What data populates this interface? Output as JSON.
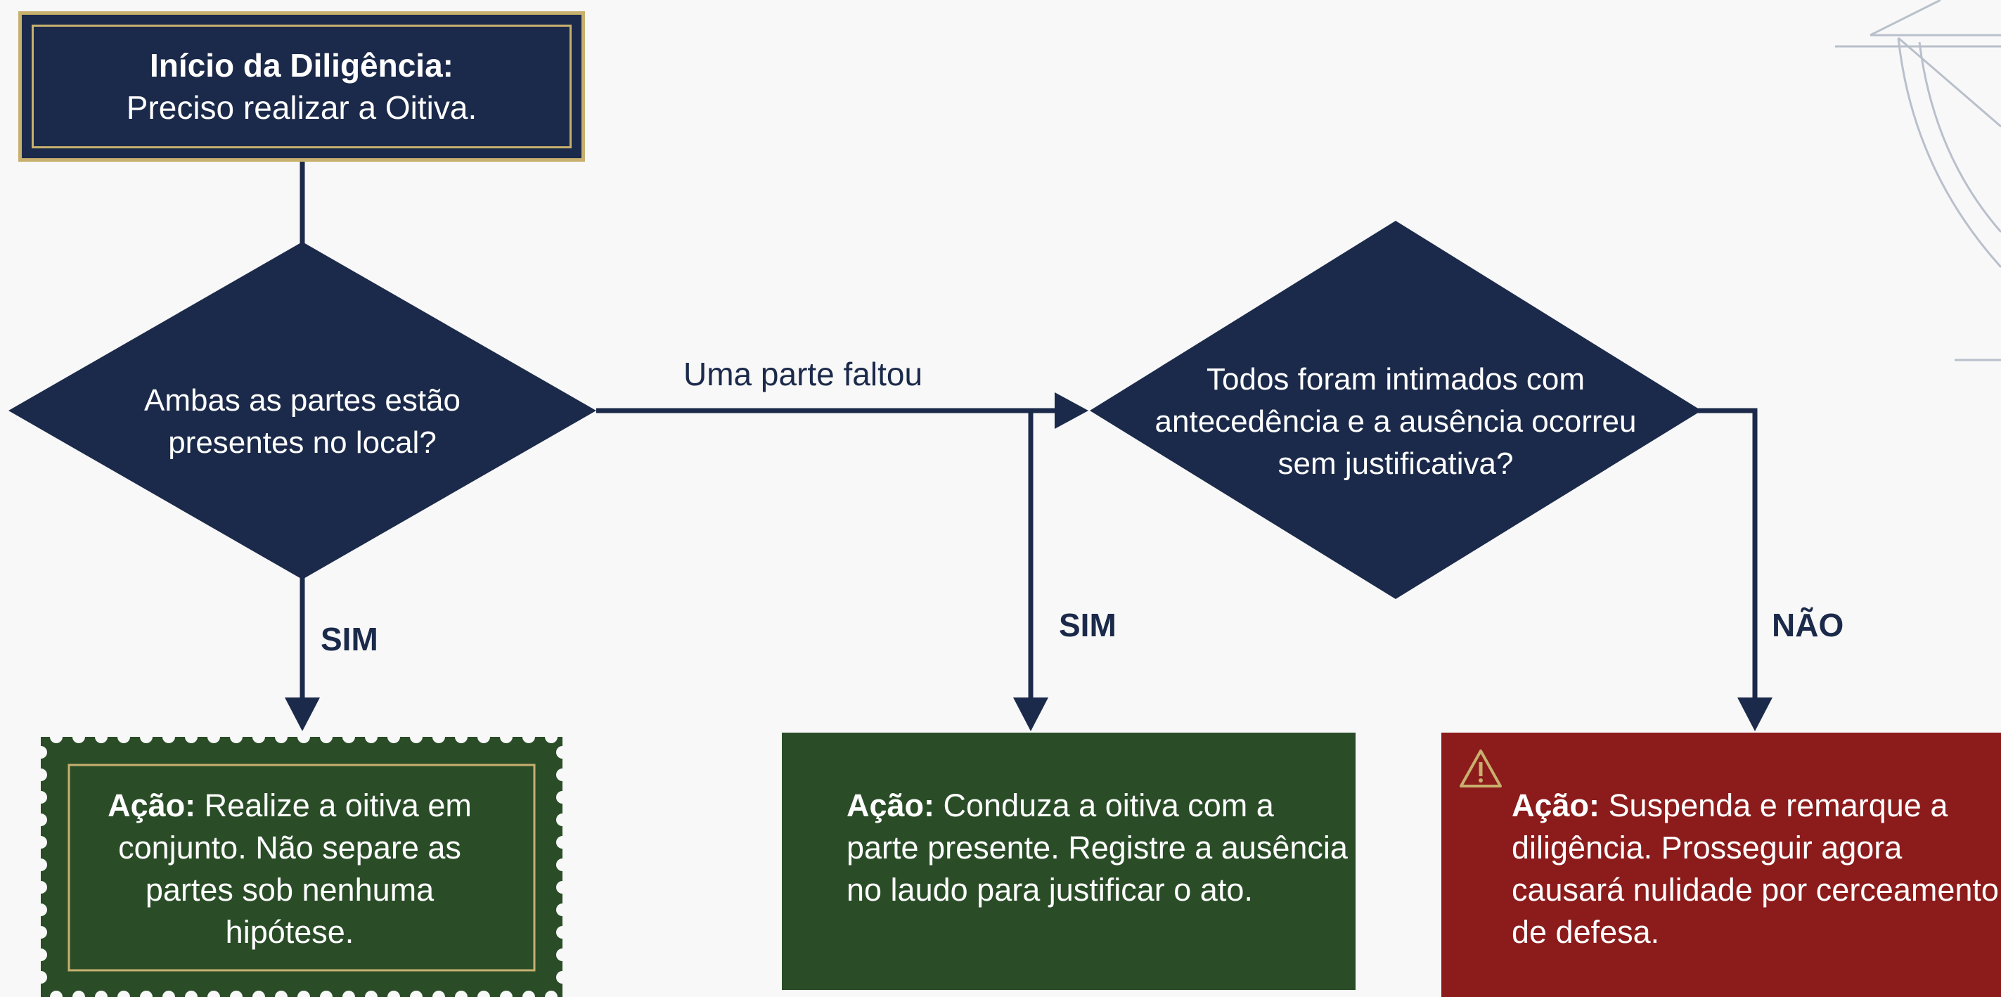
{
  "start": {
    "title": "Início da Diligência:",
    "subtitle": "Preciso realizar a Oitiva."
  },
  "decision1": {
    "question": "Ambas as partes estão presentes no local?"
  },
  "decision2": {
    "question": "Todos foram intimados com antecedência e a ausência ocorreu sem justificativa?"
  },
  "edges": {
    "absent": "Uma parte faltou",
    "yes_left": "SIM",
    "yes_middle": "SIM",
    "no_right": "NÃO"
  },
  "actions": {
    "together": {
      "prefix": "Ação:",
      "text": " Realize a oitiva em conjunto. Não separe as partes sob nenhuma hipótese."
    },
    "proceed": {
      "prefix": "Ação:",
      "text": " Conduza a oitiva com a parte presente. Registre a ausência no laudo para justificar o ato."
    },
    "suspend": {
      "prefix": "Ação:",
      "text": " Suspenda e remarque a diligência. Prosseguir agora causará nulidade por cerceamento de defesa."
    }
  },
  "icons": {
    "warning": "warning-triangle-icon"
  },
  "colors": {
    "navy": "#1b2a4a",
    "gold": "#c8b06e",
    "green": "#2a4d28",
    "red": "#8c1b1b",
    "background": "#f8f8f8"
  }
}
